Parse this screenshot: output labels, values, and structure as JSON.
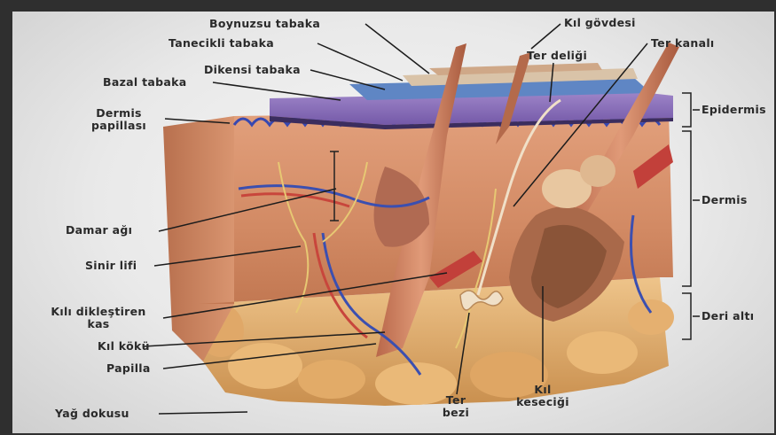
{
  "labels": {
    "boynuzsu_tabaka": "Boynuzsu tabaka",
    "kil_govdesi": "Kıl gövdesi",
    "tanecikli_tabaka": "Tanecikli tabaka",
    "ter_kanali": "Ter kanalı",
    "ter_deligi": "Ter deliği",
    "dikensi_tabaka": "Dikensi tabaka",
    "bazal_tabaka": "Bazal tabaka",
    "dermis_papillasi_1": "Dermis",
    "dermis_papillasi_2": "papillası",
    "epidermis": "Epidermis",
    "dermis": "Dermis",
    "damar_agi": "Damar ağı",
    "sinir_lifi": "Sinir lifi",
    "kili_dik_1": "Kılı dikleştiren",
    "kili_dik_2": "kas",
    "deri_alti": "Deri altı",
    "kil_koku": "Kıl kökü",
    "papilla": "Papilla",
    "ter_bezi_1": "Ter",
    "ter_bezi_2": "bezi",
    "kil_keseci_1": "Kıl",
    "kil_keseci_2": "keseciği",
    "yag_dokusu": "Yağ dokusu"
  },
  "colors": {
    "epidermis_purple": "#8b6fb8",
    "dermis_tissue": "#d8906b",
    "vein_blue": "#3b4fb0",
    "artery_red": "#c8463c",
    "fat_yellow": "#e5b56a"
  }
}
